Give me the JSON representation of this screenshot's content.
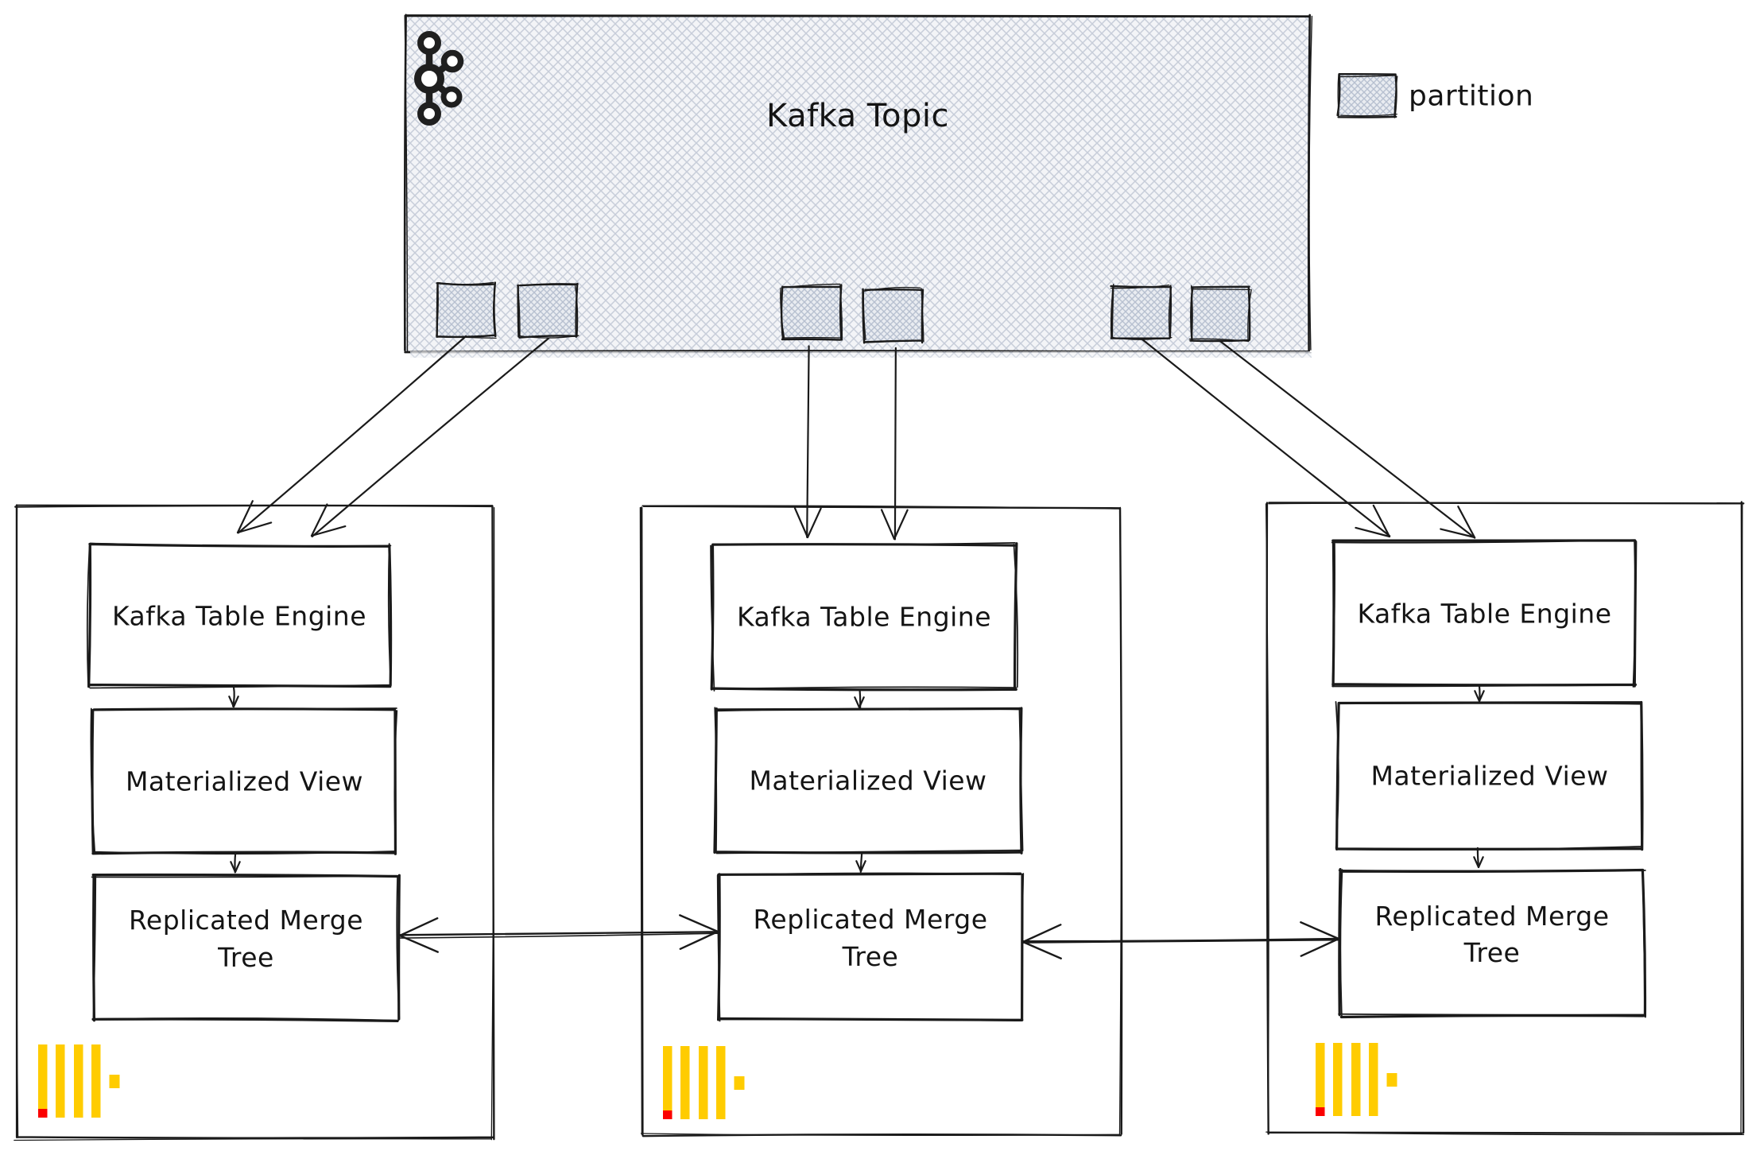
{
  "kafka_topic": {
    "label": "Kafka Topic"
  },
  "legend": {
    "label": "partition"
  },
  "nodes": [
    {
      "kafka_table_engine": "Kafka Table Engine",
      "materialized_view": "Materialized View",
      "replicated_merge_tree": "Replicated Merge Tree"
    },
    {
      "kafka_table_engine": "Kafka Table Engine",
      "materialized_view": "Materialized View",
      "replicated_merge_tree": "Replicated Merge Tree"
    },
    {
      "kafka_table_engine": "Kafka Table Engine",
      "materialized_view": "Materialized View",
      "replicated_merge_tree": "Replicated Merge Tree"
    }
  ],
  "icons": {
    "kafka_logo": "apache-kafka-logo",
    "clickhouse_logo": "clickhouse-logo",
    "partition_swatch": "cross-hatch-swatch"
  },
  "colors": {
    "stroke": "#1a1a1a",
    "hatch_light_line": "#c7cdd9",
    "hatch_light_bg": "#f3f4f7",
    "hatch_dense_line": "#b7c0d0",
    "hatch_dense_bg": "#e9ecf1",
    "clickhouse_yellow": "#ffcc00",
    "clickhouse_red": "#fb0000"
  }
}
